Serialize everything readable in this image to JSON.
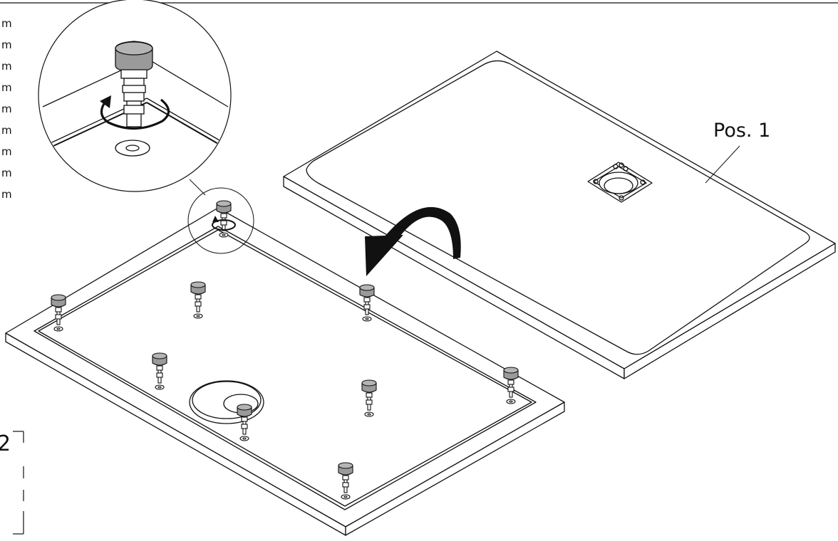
{
  "units": [
    "m",
    "m",
    "m",
    "m",
    "m",
    "m",
    "m",
    "m",
    "m"
  ],
  "part_label": "Pos. 1",
  "step_number": "2",
  "icons": {
    "tray": "shower-tray-icon",
    "base": "support-frame-icon",
    "foot": "adjustable-foot-icon",
    "rotate": "rotation-arrow-icon",
    "flip": "flip-arrow-icon"
  },
  "colors": {
    "line": "#111111",
    "foot_cap": "#9a9a9a",
    "paper": "#ffffff"
  }
}
